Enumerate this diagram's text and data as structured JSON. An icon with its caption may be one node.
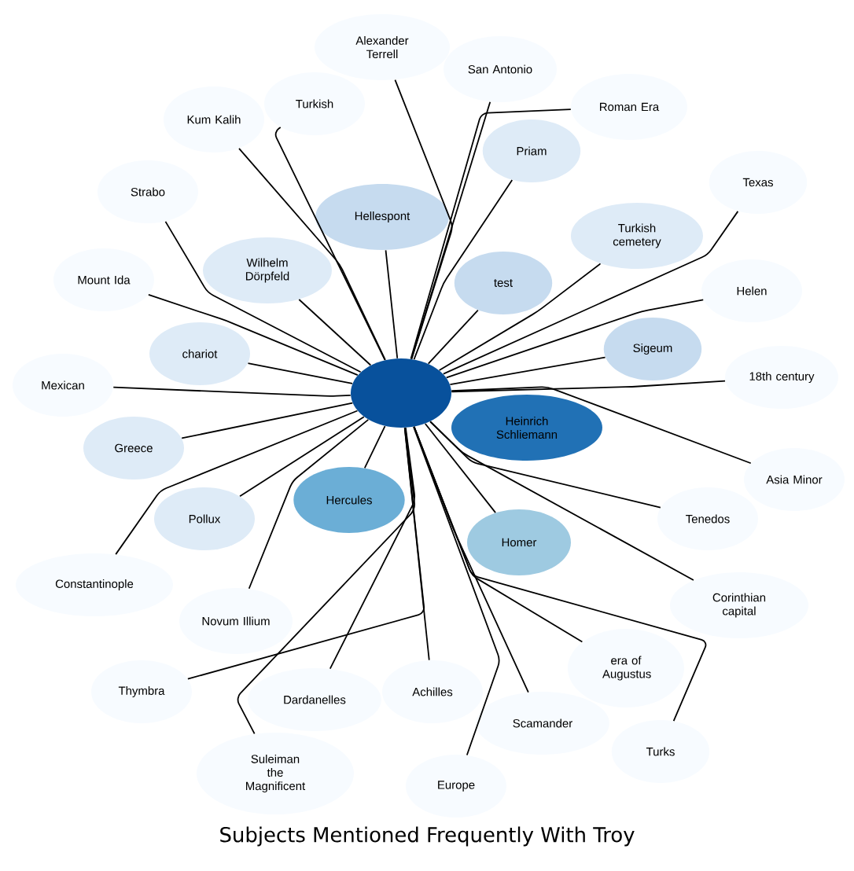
{
  "diagram": {
    "title": "Subjects Mentioned Frequently With Troy",
    "nodes": [
      {
        "text": [],
        "shape": "circle"
      },
      {
        "text": [
          "Heinrich Schliemann"
        ]
      },
      {
        "text": [
          "Alexander Terrell"
        ]
      },
      {
        "text": [
          "San Antonio"
        ]
      },
      {
        "text": [
          "Kum Kalih"
        ]
      },
      {
        "text": [
          "Turkish"
        ]
      },
      {
        "text": [
          "Roman Era"
        ]
      },
      {
        "text": [
          "Priam"
        ]
      },
      {
        "text": [
          "Strabo"
        ]
      },
      {
        "text": [
          "Texas"
        ]
      },
      {
        "text": [
          "Hellespont"
        ]
      },
      {
        "text": [
          "Turkish cemetery"
        ]
      },
      {
        "text": [
          "Wilhelm Dörpfeld"
        ]
      },
      {
        "text": [
          "Mount Ida"
        ]
      },
      {
        "text": [
          "test"
        ]
      },
      {
        "text": [
          "Helen"
        ]
      },
      {
        "text": [
          "chariot"
        ]
      },
      {
        "text": [
          "Mexican"
        ]
      },
      {
        "text": [
          "18th century"
        ]
      },
      {
        "text": [
          "Sigeum"
        ]
      },
      {
        "text": [
          "Greece"
        ]
      },
      {
        "text": [
          "Asia Minor"
        ]
      },
      {
        "text": [
          "Pollux"
        ]
      },
      {
        "text": [
          "Hercules"
        ]
      },
      {
        "text": [
          "Tenedos"
        ]
      },
      {
        "text": [
          "Homer"
        ]
      },
      {
        "text": [
          "Constantinople"
        ]
      },
      {
        "text": [
          "Corinthian capital"
        ]
      },
      {
        "text": [
          "Novum Illium"
        ]
      },
      {
        "text": [
          "era of Augustus"
        ]
      },
      {
        "text": [
          "Thymbra"
        ]
      },
      {
        "text": [
          "Dardanelles"
        ]
      },
      {
        "text": [
          "Achilles"
        ]
      },
      {
        "text": [
          "Scamander"
        ]
      },
      {
        "text": [
          "Turks"
        ]
      },
      {
        "text": [
          "Suleiman the Magnificent"
        ]
      },
      {
        "text": [
          "Europe"
        ]
      }
    ],
    "edges": [
      {
        "from": 0,
        "to": 2,
        "arrow": "none"
      },
      {
        "from": 0,
        "to": 3,
        "arrow": "none"
      },
      {
        "from": 0,
        "to": 4,
        "arrow": "none"
      },
      {
        "from": 0,
        "to": 5,
        "arrow": "none"
      },
      {
        "from": 0,
        "to": 6,
        "arrow": "none"
      },
      {
        "from": 0,
        "to": 7,
        "arrow": "none"
      },
      {
        "from": 0,
        "to": 8,
        "arrow": "none"
      },
      {
        "from": 0,
        "to": 9,
        "arrow": "none"
      },
      {
        "from": 0,
        "to": 10,
        "arrow": "none"
      },
      {
        "from": 0,
        "to": 11,
        "arrow": "none"
      },
      {
        "from": 0,
        "to": 12,
        "arrow": "none"
      },
      {
        "from": 0,
        "to": 13,
        "arrow": "none"
      },
      {
        "from": 0,
        "to": 14,
        "arrow": "none"
      },
      {
        "from": 0,
        "to": 15,
        "arrow": "none"
      },
      {
        "from": 0,
        "to": 16,
        "arrow": "none"
      },
      {
        "from": 0,
        "to": 17,
        "arrow": "none"
      },
      {
        "from": 0,
        "to": 18,
        "arrow": "none"
      },
      {
        "from": 0,
        "to": 19,
        "arrow": "none"
      },
      {
        "from": 0,
        "to": 20,
        "arrow": "none"
      },
      {
        "from": 0,
        "to": 21,
        "arrow": "none"
      },
      {
        "from": 0,
        "to": 22,
        "arrow": "none"
      },
      {
        "from": 0,
        "to": 23,
        "arrow": "none"
      },
      {
        "from": 0,
        "to": 24,
        "arrow": "none"
      },
      {
        "from": 0,
        "to": 25,
        "arrow": "none"
      },
      {
        "from": 0,
        "to": 26,
        "arrow": "none"
      },
      {
        "from": 0,
        "to": 27,
        "arrow": "none"
      },
      {
        "from": 0,
        "to": 28,
        "arrow": "none"
      },
      {
        "from": 0,
        "to": 29,
        "arrow": "none"
      },
      {
        "from": 0,
        "to": 30,
        "arrow": "none"
      },
      {
        "from": 0,
        "to": 31,
        "arrow": "none"
      },
      {
        "from": 0,
        "to": 32,
        "arrow": "none"
      },
      {
        "from": 0,
        "to": 33,
        "arrow": "none"
      },
      {
        "from": 0,
        "to": 34,
        "arrow": "none"
      },
      {
        "from": 0,
        "to": 35,
        "arrow": "none"
      },
      {
        "from": 0,
        "to": 36,
        "arrow": "none"
      }
    ]
  }
}
